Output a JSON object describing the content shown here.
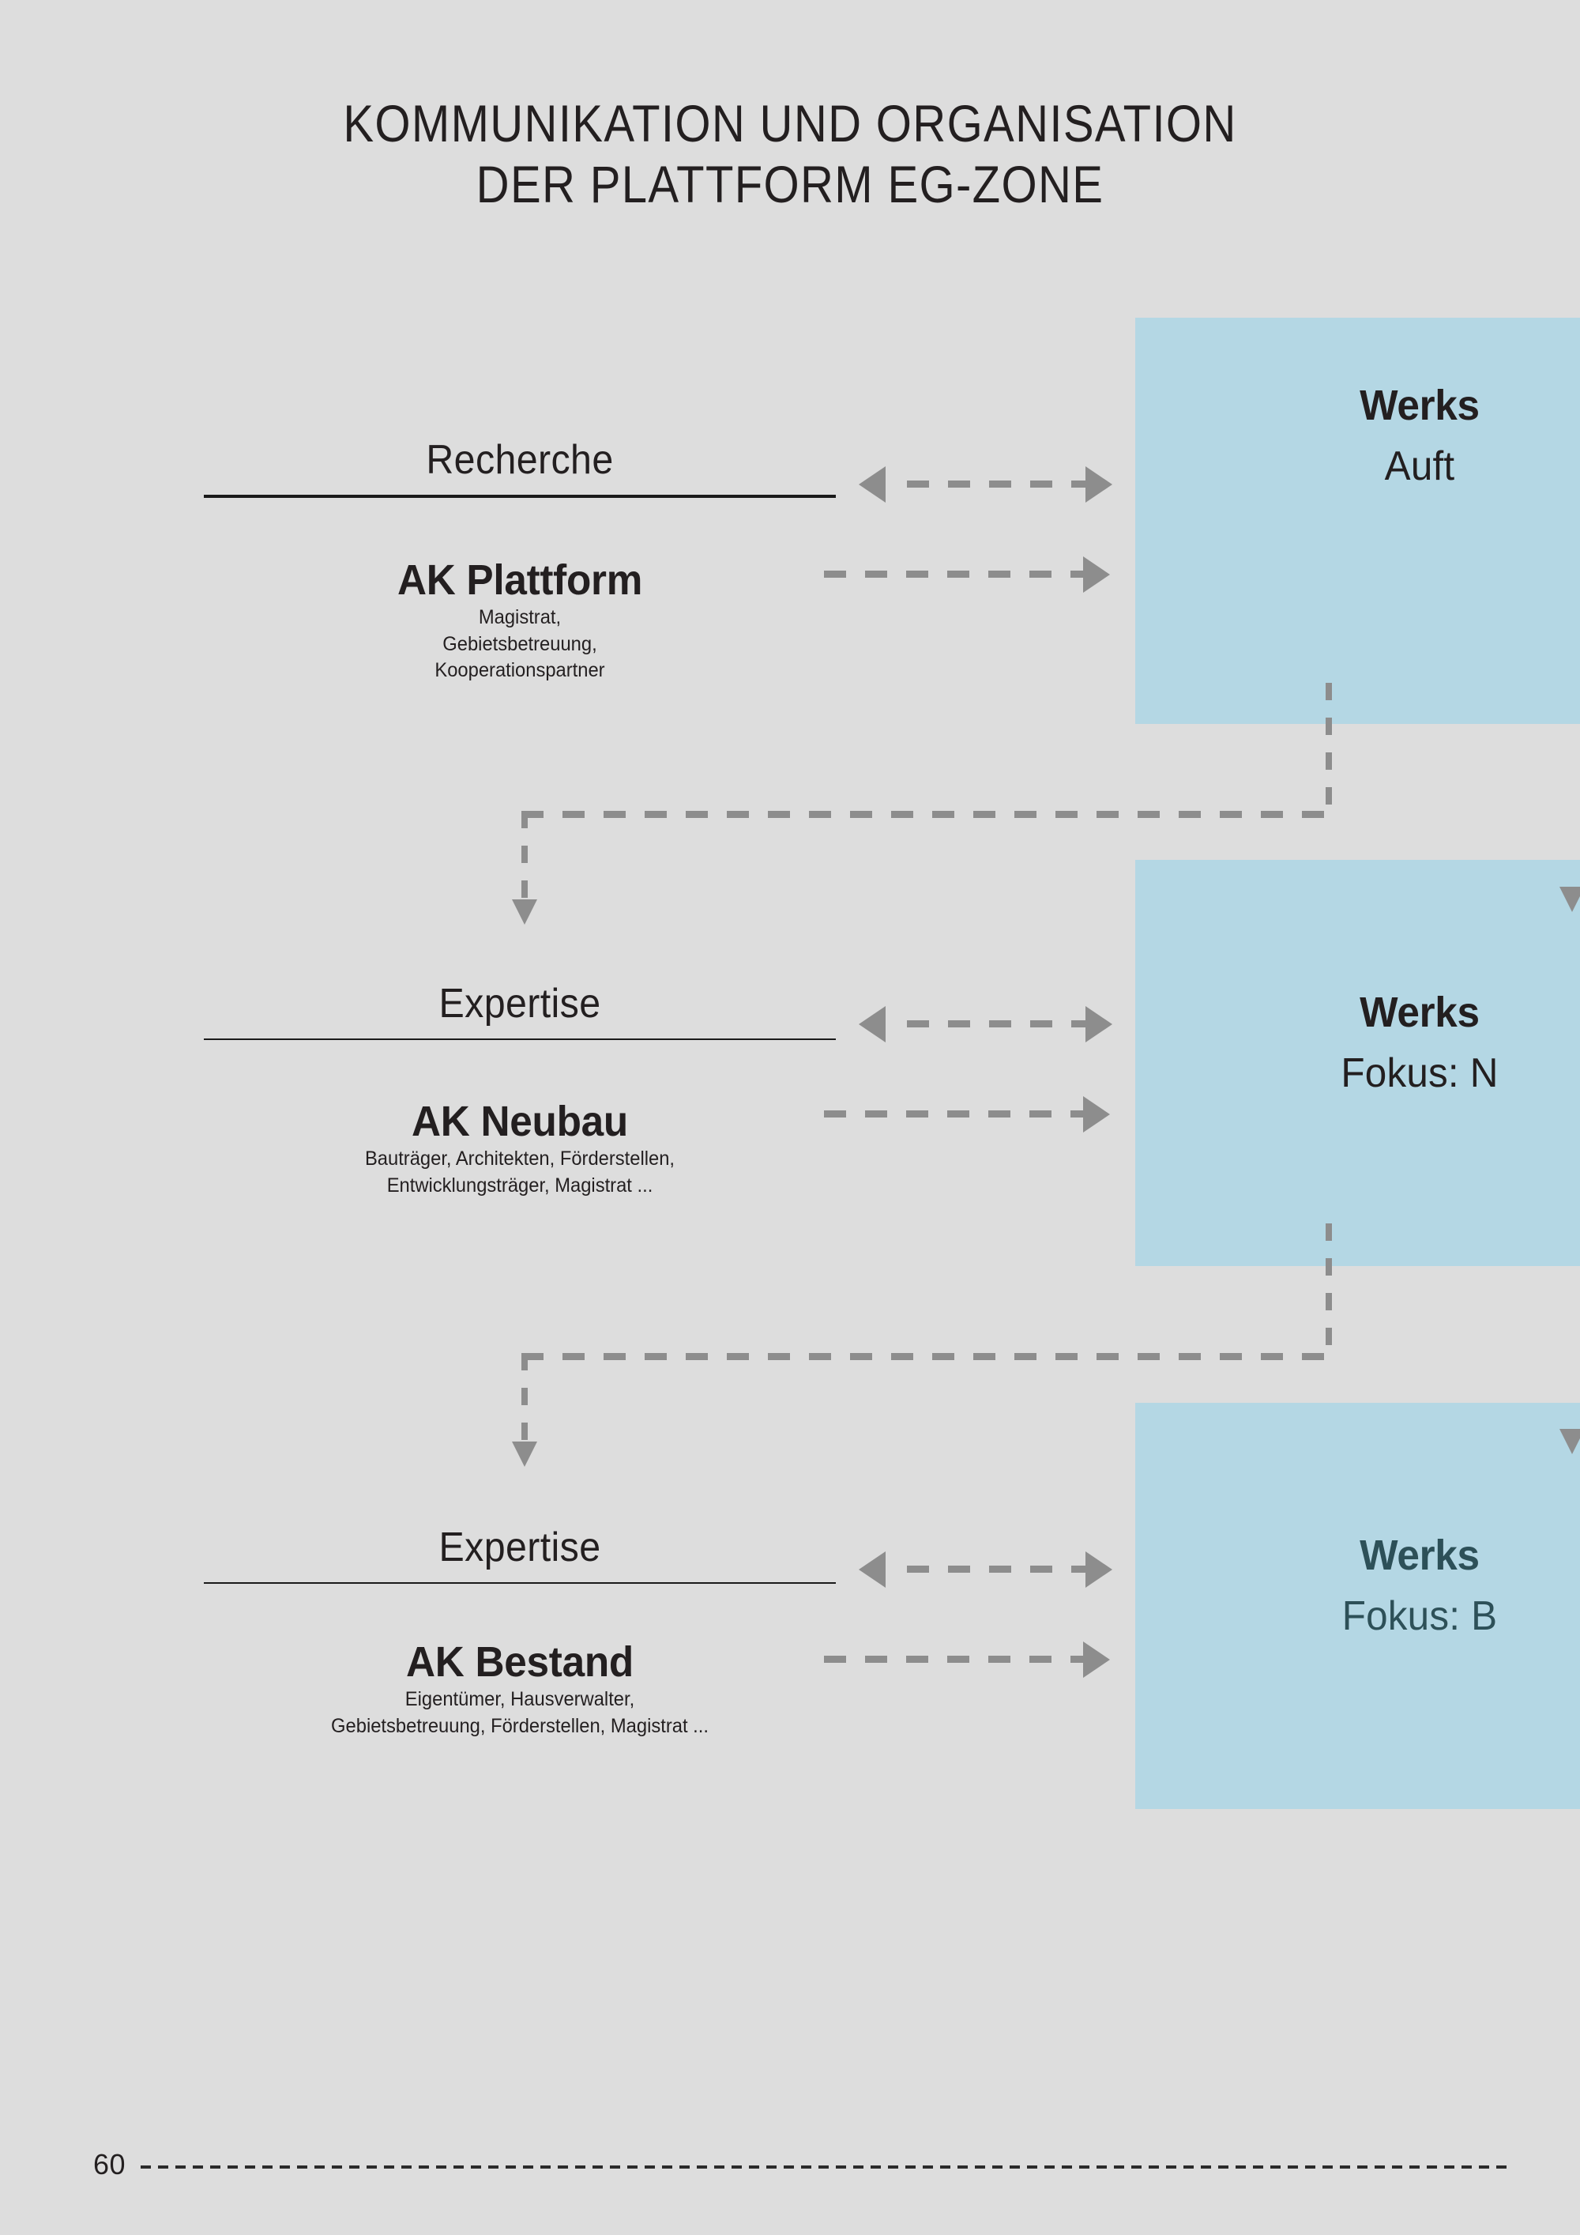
{
  "title": {
    "line1": "KOMMUNIKATION UND ORGANISATION",
    "line2": "DER PLATTFORM EG-ZONE"
  },
  "colors": {
    "background": "#dddddd",
    "panel_blue": "#b4d7e4",
    "ink": "#231f20",
    "ink_teal": "#2d5058",
    "connector_grey": "#8d8d8d"
  },
  "rows": [
    {
      "head": "Recherche",
      "title": "AK Plattform",
      "subtitle_lines": [
        "Magistrat,",
        "Gebietsbetreuung,",
        "Kooperationspartner"
      ],
      "panel": {
        "title": "Werks",
        "subtitle": "Auft"
      }
    },
    {
      "head": "Expertise",
      "title": "AK Neubau",
      "subtitle_lines": [
        "Bauträger, Architekten, Förderstellen,",
        "Entwicklungsträger, Magistrat ..."
      ],
      "panel": {
        "title": "Werks",
        "subtitle": "Fokus: N"
      }
    },
    {
      "head": "Expertise",
      "title": "AK Bestand",
      "subtitle_lines": [
        "Eigentümer, Hausverwalter,",
        "Gebietsbetreuung, Förderstellen, Magistrat ..."
      ],
      "panel": {
        "title": "Werks",
        "subtitle": "Fokus: B"
      }
    }
  ],
  "footer": {
    "page_number": "60"
  }
}
